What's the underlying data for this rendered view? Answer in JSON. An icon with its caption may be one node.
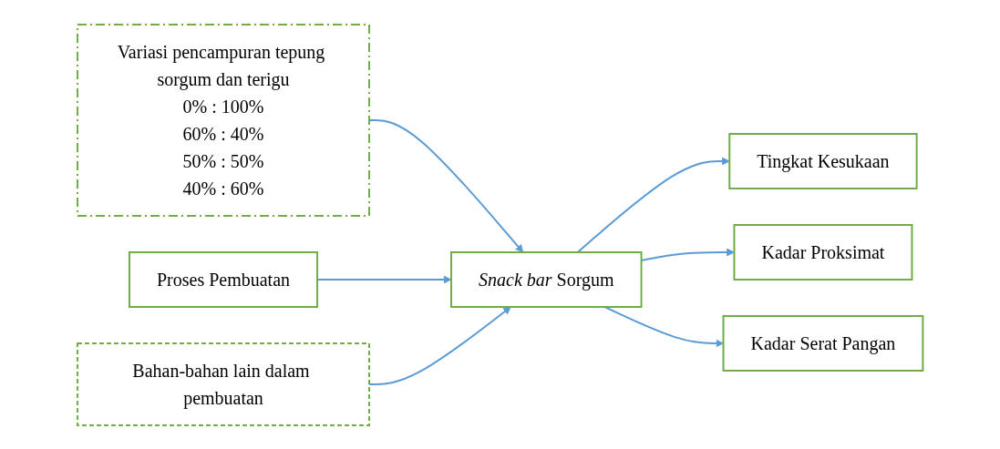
{
  "diagram": {
    "nodes": [
      {
        "text": [
          "Variasi pencampuran tepung sorgum dan terigu",
          "0% : 100%",
          "60% : 40%",
          "50% : 50%",
          "40% : 60%"
        ]
      },
      {
        "text": [
          "Proses Pembuatan"
        ]
      },
      {
        "text": [
          "*Snack bar* Sorgum"
        ]
      },
      {
        "text": [
          "Bahan-bahan lain dalam pembuatan"
        ]
      },
      {
        "text": [
          "Tingkat Kesukaan"
        ]
      },
      {
        "text": [
          "Kadar Proksimat"
        ]
      },
      {
        "text": [
          "Kadar Serat Pangan"
        ]
      }
    ],
    "edges": [
      {
        "from": 0,
        "to": 2,
        "arrow": "to"
      },
      {
        "from": 1,
        "to": 2,
        "arrow": "to"
      },
      {
        "from": 3,
        "to": 2,
        "arrow": "to"
      },
      {
        "from": 2,
        "to": 4,
        "arrow": "to"
      },
      {
        "from": 2,
        "to": 5,
        "arrow": "to"
      },
      {
        "from": 2,
        "to": 6,
        "arrow": "to"
      }
    ]
  }
}
